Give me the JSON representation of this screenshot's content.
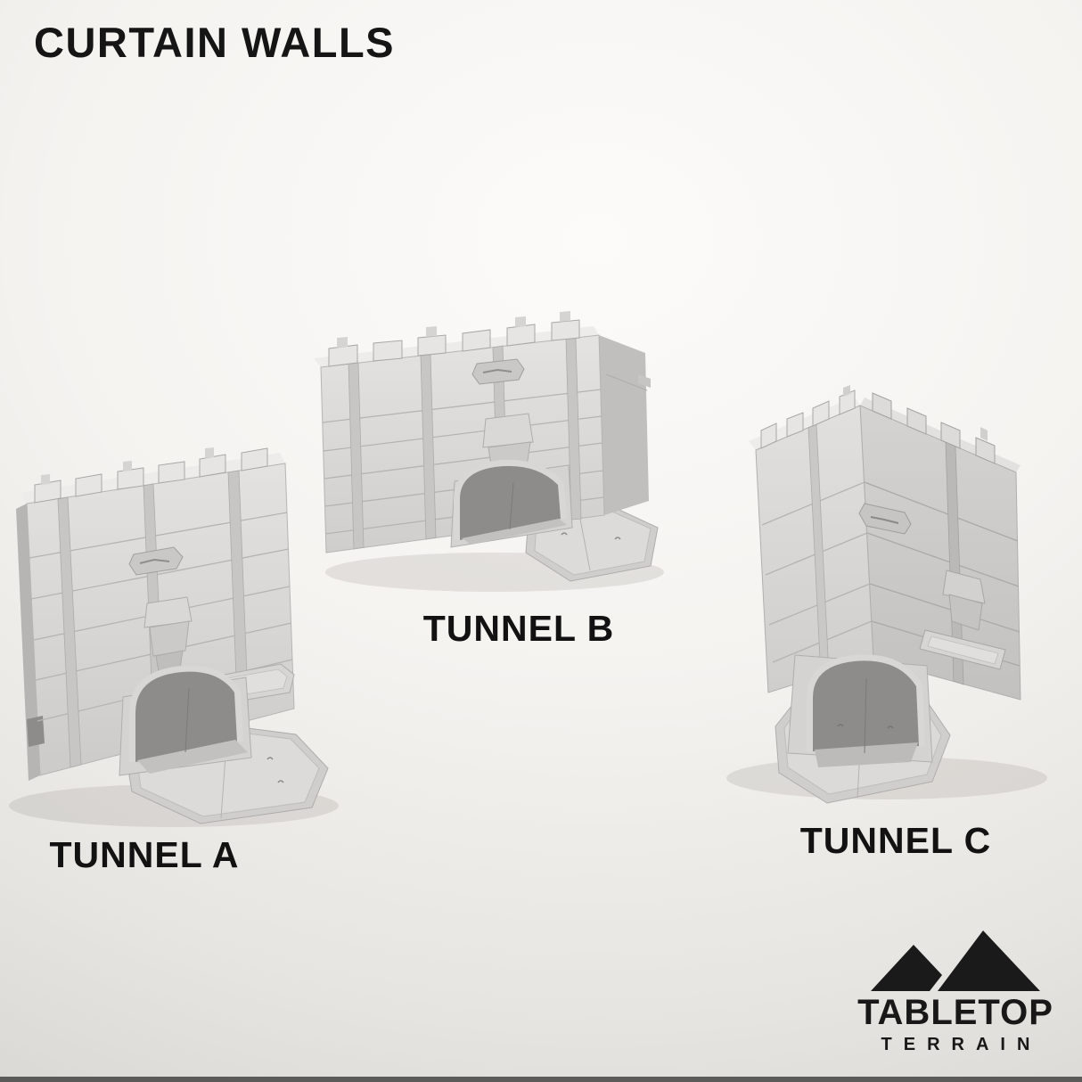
{
  "page": {
    "title": "CURTAIN WALLS"
  },
  "models": [
    {
      "label": "TUNNEL A"
    },
    {
      "label": "TUNNEL B"
    },
    {
      "label": "TUNNEL C"
    }
  ],
  "brand": {
    "name": "TABLETOP",
    "tagline": "TERRAIN",
    "icon": "mountain-icon"
  },
  "colors": {
    "text": "#151515",
    "model_face_light": "#e2e1df",
    "model_face_mid": "#d2d1cf",
    "model_face_dark": "#bdbcba",
    "tunnel_interior": "#8d8c8a",
    "background_top": "#fcfbfa",
    "background_bottom": "#d7d5d1",
    "logo_black": "#1a1a1a"
  }
}
